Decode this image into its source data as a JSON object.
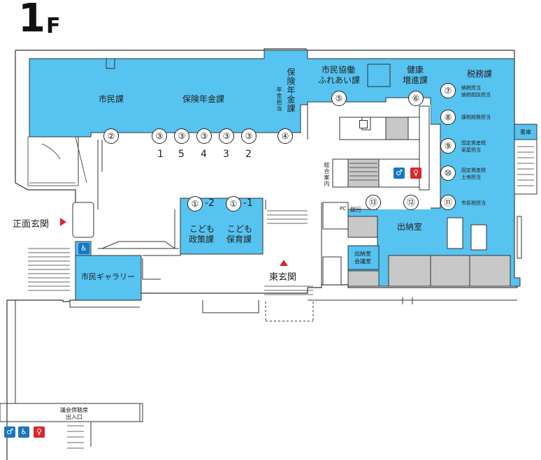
{
  "floor": {
    "number": "1",
    "suffix": "F"
  },
  "colors": {
    "office_fill": "#56c3f0",
    "hall_fill": "#ffffff",
    "wall": "#333333",
    "toilet_male": "#1776c2",
    "toilet_female": "#d8262d",
    "accessible": "#1776c2"
  },
  "rooms": {
    "shimin": "市民課",
    "hoken_nenkin": "保険年金課",
    "hoken_nenkin_kai": "保険年金課",
    "nenkin_tanto": "年金担当",
    "kyodo": "市民協働",
    "fureai": "ふれあい課",
    "kenko": "健康",
    "zoshin": "増進課",
    "zeimu": "税務課",
    "shoko": "書庫",
    "kodomo_seisaku_1": "こども",
    "kodomo_seisaku_2": "政策課",
    "kodomo_hoiku_1": "こども",
    "kodomo_hoiku_2": "保育課",
    "shutsuno": "出納室",
    "shutsuno_kaigi_1": "出納室",
    "shutsuno_kaigi_2": "会議室",
    "gallery": "市民ギャラリー",
    "ginko": "銀行",
    "sogo_annai": "総合案内",
    "pc": "PC",
    "gikai_1": "議会傍聴席",
    "gikai_2": "出入口"
  },
  "entrances": {
    "main": "正面玄関",
    "east": "東玄関"
  },
  "tanto": {
    "nozei": "納税担当",
    "nozei_soudan": "納税相談担当",
    "kazei": "課税総務担当",
    "kotei_kaoku": "固定資産税",
    "kaoku": "家屋担当",
    "kotei_tochi": "固定資産税",
    "tochi": "土地担当",
    "shiminzei": "市民税担当"
  },
  "windows": {
    "w2": "②",
    "w3a": "③",
    "w3b": "③",
    "w3c": "③",
    "w3d": "③",
    "w3e": "③",
    "w4": "④",
    "w5": "⑤",
    "w6": "⑥",
    "w7": "⑦",
    "w8": "⑧",
    "w9": "⑨",
    "w10": "⑩",
    "w11": "⑪",
    "w12": "⑫",
    "w13": "⑬",
    "w1_2": "①",
    "w1_1": "①",
    "sub_1_2": "-2",
    "sub_1_1": "-1",
    "w3_sub": [
      "1",
      "5",
      "4",
      "3",
      "2"
    ]
  },
  "icons": {
    "male": "male-toilet-icon",
    "female": "female-toilet-icon",
    "accessible": "accessible-icon",
    "elevator": "elevator-icon"
  }
}
